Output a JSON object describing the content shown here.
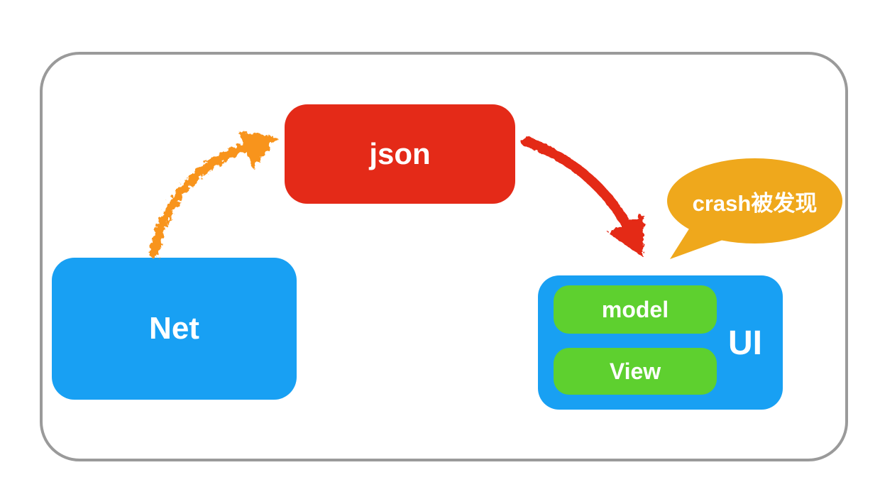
{
  "frame": {
    "border_color": "#9a9a9a",
    "background": "#ffffff"
  },
  "nodes": {
    "net": {
      "label": "Net",
      "fill": "#18a0f3",
      "text_color": "#ffffff"
    },
    "json": {
      "label": "json",
      "fill": "#e42a18",
      "text_color": "#ffffff"
    },
    "ui": {
      "label": "UI",
      "fill": "#18a0f3",
      "text_color": "#ffffff",
      "children": [
        {
          "label": "model",
          "fill": "#5ed02f",
          "text_color": "#ffffff"
        },
        {
          "label": "View",
          "fill": "#5ed02f",
          "text_color": "#ffffff"
        }
      ]
    }
  },
  "callout": {
    "text": "crash被发现",
    "fill": "#efa81c",
    "text_color": "#ffffff"
  },
  "arrows": {
    "net_to_json": {
      "from": "Net",
      "to": "json",
      "color": "#f8941c",
      "style": "crayon-curve"
    },
    "json_to_ui": {
      "from": "json",
      "to": "UI",
      "color": "#e42a18",
      "style": "crayon-curve"
    }
  }
}
